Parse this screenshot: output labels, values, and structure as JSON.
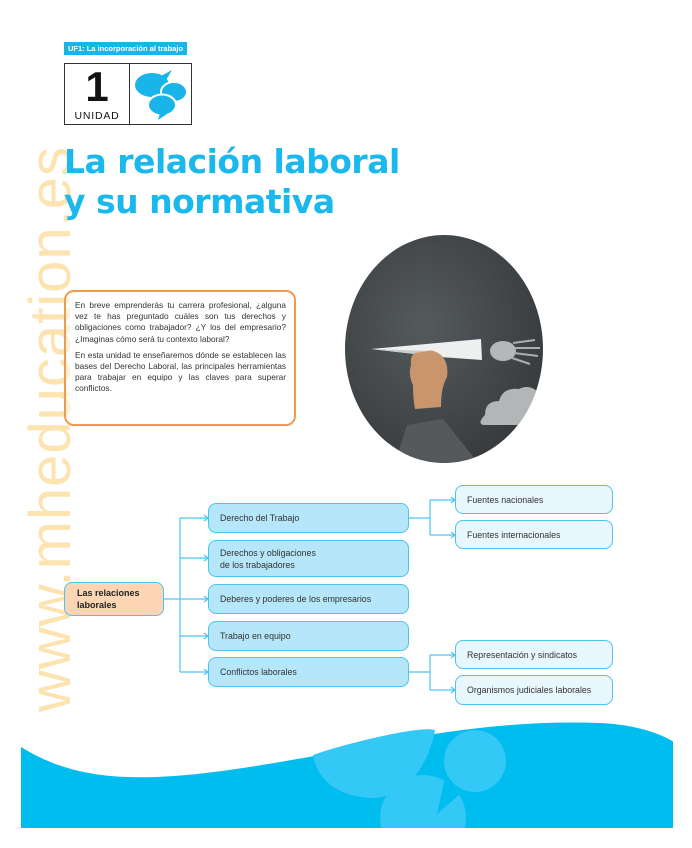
{
  "watermark": "www.mheducation.es",
  "header": {
    "unit_tag": "UF1: La incorporación al trabajo",
    "unit_number": "1",
    "unit_word": "UNIDAD",
    "unit_icon": "speech-bubbles-icon"
  },
  "title": {
    "line1": "La relación laboral",
    "line2": "y su normativa"
  },
  "intro": {
    "paragraph1": "En breve emprenderás tu carrera profesional, ¿alguna vez te has preguntado cuáles son tus derechos y obligaciones como trabajador? ¿Y los del empresario? ¿Imaginas cómo será tu contexto laboral?",
    "paragraph2": "En esta unidad te enseñaremos dónde se establecen las bases del Derecho Laboral, las principales herramientas para trabajar en equipo y las claves para superar conflictos."
  },
  "photo": {
    "description": "hand-holding-paper-airplane-chalkboard"
  },
  "concept_map": {
    "root": {
      "line1": "Las relaciones",
      "line2": "laborales"
    },
    "branches": [
      {
        "label": "Derecho del Trabajo",
        "children": [
          "Fuentes nacionales",
          "Fuentes internacionales"
        ]
      },
      {
        "label_line1": "Derechos y obligaciones",
        "label_line2": "de los trabajadores",
        "children": []
      },
      {
        "label": "Deberes y poderes de los empresarios",
        "children": []
      },
      {
        "label": "Trabajo en equipo",
        "children": []
      },
      {
        "label": "Conflictos laborales",
        "children": [
          "Representación y sindicatos",
          "Organismos judiciales laborales"
        ]
      }
    ]
  },
  "colors": {
    "brand_blue": "#1ab8ec",
    "orange": "#f19a4f",
    "root_fill": "#fbd5b4",
    "node_fill": "#b6e6f9",
    "leaf_fill": "#e8f7fd",
    "wave_blue": "#00bdf0",
    "watermark": "#fde3b0"
  }
}
